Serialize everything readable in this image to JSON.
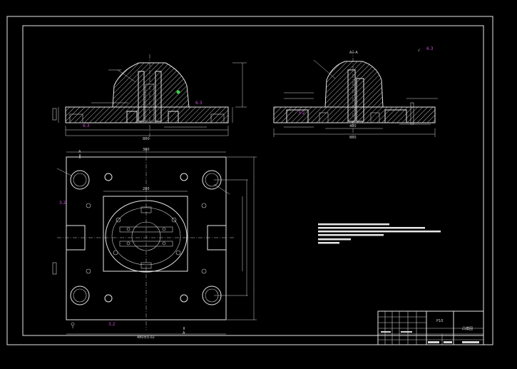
{
  "sheet": {
    "background": "#000000",
    "line_color": "#e6e6e6",
    "accent_magenta": "#d04adb",
    "accent_green": "#3cd23c"
  },
  "views": {
    "front": {
      "width_dim": "880",
      "roughness_mark": "6.3"
    },
    "section": {
      "cut_label": "A—A",
      "width_dim": "880",
      "inner_dim": "480",
      "roughness_mark": "3.2"
    },
    "plan": {
      "top_dim": "380",
      "inner_top_dim": "280",
      "cut_mark_top": "A",
      "cut_mark_bottom": "A",
      "roughness_mark": "3.2",
      "roughness_mark_bottom": "3.2",
      "bottom_dim": "480±0.02"
    },
    "surface_finish_note": "6.3"
  },
  "title_block": {
    "label": "P10",
    "drawing_name": "凸模固"
  }
}
